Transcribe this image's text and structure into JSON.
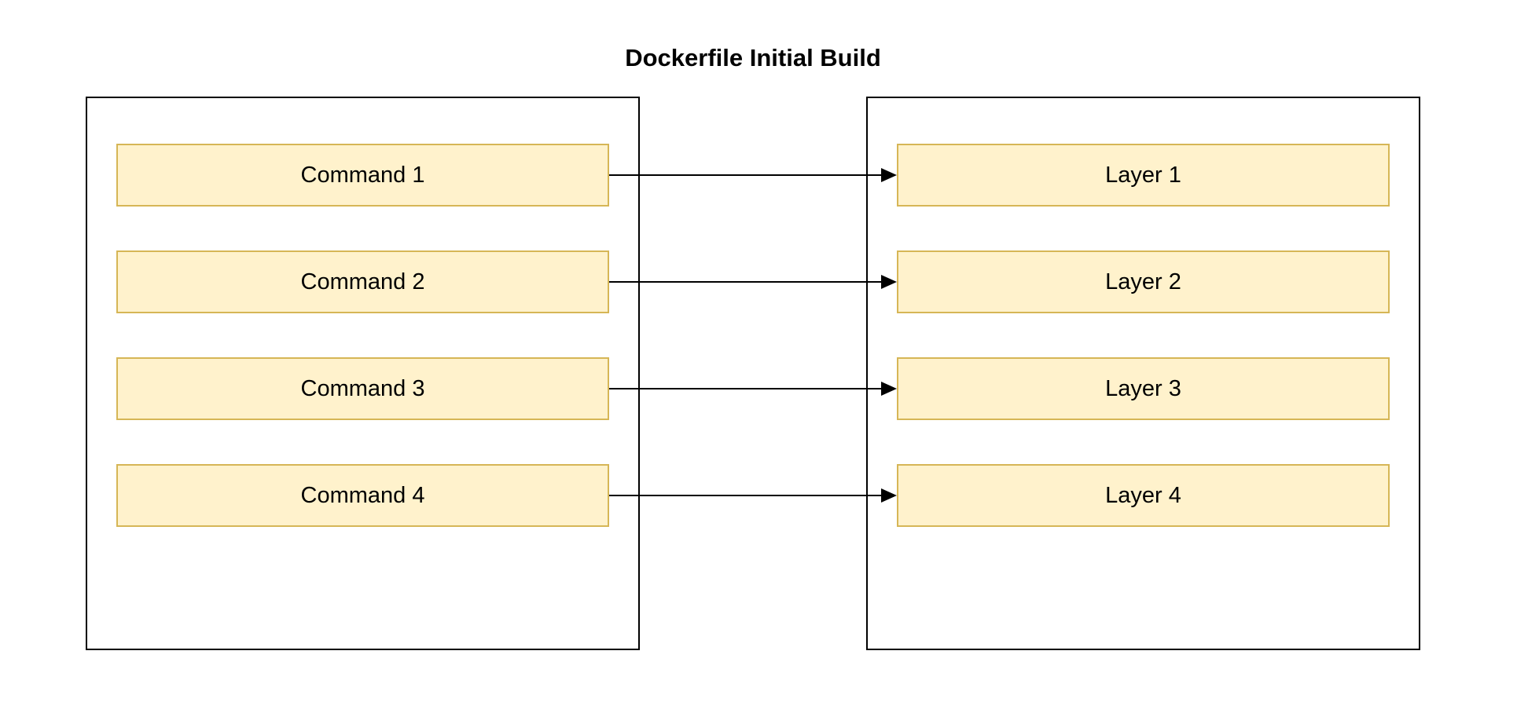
{
  "title": "Dockerfile Initial Build",
  "colors": {
    "background": "#FFFFFF",
    "node_fill": "#FFF2CC",
    "node_border": "#D6B656",
    "container_border": "#000000",
    "arrow": "#000000",
    "text": "#000000"
  },
  "dockerfile_panel": {
    "commands": [
      {
        "label": "Command 1"
      },
      {
        "label": "Command 2"
      },
      {
        "label": "Command 3"
      },
      {
        "label": "Command 4"
      }
    ]
  },
  "layers_panel": {
    "layers": [
      {
        "label": "Layer 1"
      },
      {
        "label": "Layer 2"
      },
      {
        "label": "Layer 3"
      },
      {
        "label": "Layer 4"
      }
    ]
  },
  "arrows": [
    {
      "from": "Command 1",
      "to": "Layer 1"
    },
    {
      "from": "Command 2",
      "to": "Layer 2"
    },
    {
      "from": "Command 3",
      "to": "Layer 3"
    },
    {
      "from": "Command 4",
      "to": "Layer 4"
    }
  ]
}
